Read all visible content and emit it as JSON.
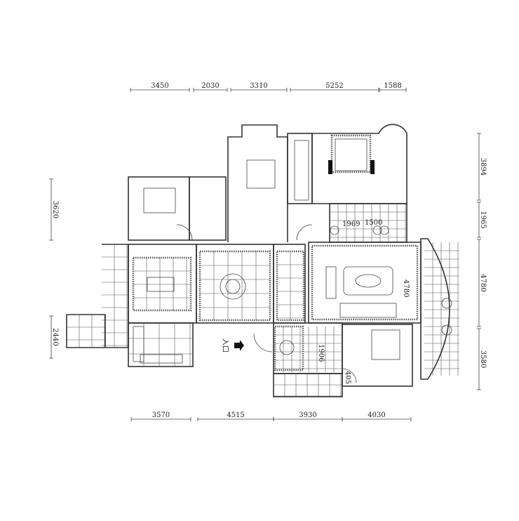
{
  "plan": {
    "dimensions_top": [
      "3450",
      "2030",
      "3310",
      "5252",
      "1588"
    ],
    "dimensions_bottom": [
      "3570",
      "4515",
      "3930",
      "4030"
    ],
    "dimensions_left": [
      "3620",
      "2440"
    ],
    "dimensions_right": [
      "3894",
      "1965",
      "4780",
      "3580"
    ],
    "inner_labels": {
      "bath_width_1": "1969",
      "bath_width_2": "1500",
      "living_depth": "4780",
      "bath_lower": "1906",
      "door_width": "405",
      "entrance": "入口"
    },
    "line_color": "#333333"
  }
}
